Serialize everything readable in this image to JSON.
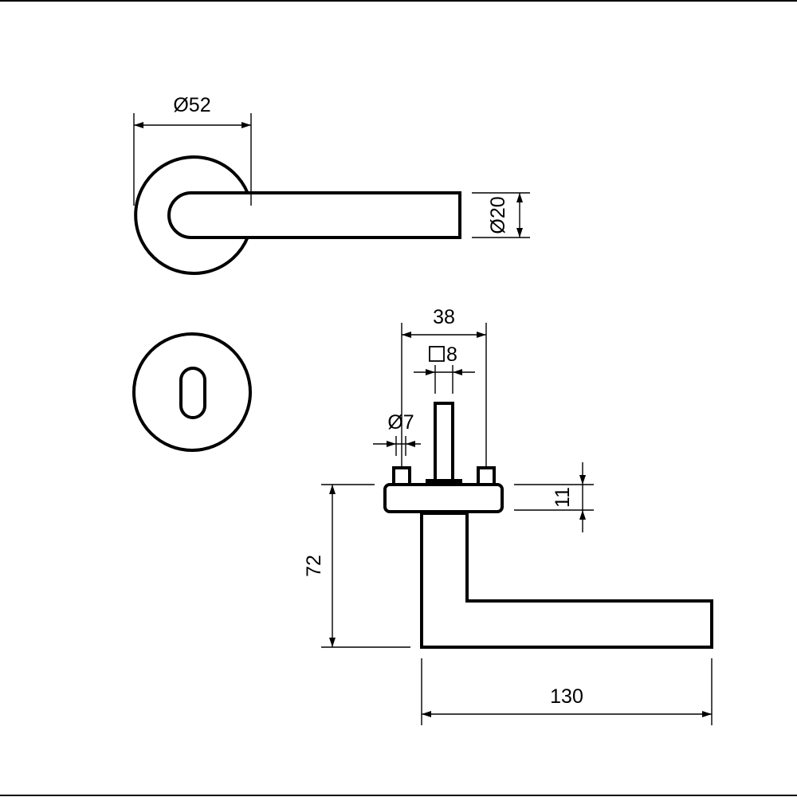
{
  "dimensions": {
    "rose_diameter": "Ø52",
    "lever_diameter": "Ø20",
    "rose_spacing": "38",
    "spindle_square": "8",
    "pin_diameter": "Ø7",
    "rose_thickness": "11",
    "lever_height": "72",
    "lever_length": "130"
  }
}
